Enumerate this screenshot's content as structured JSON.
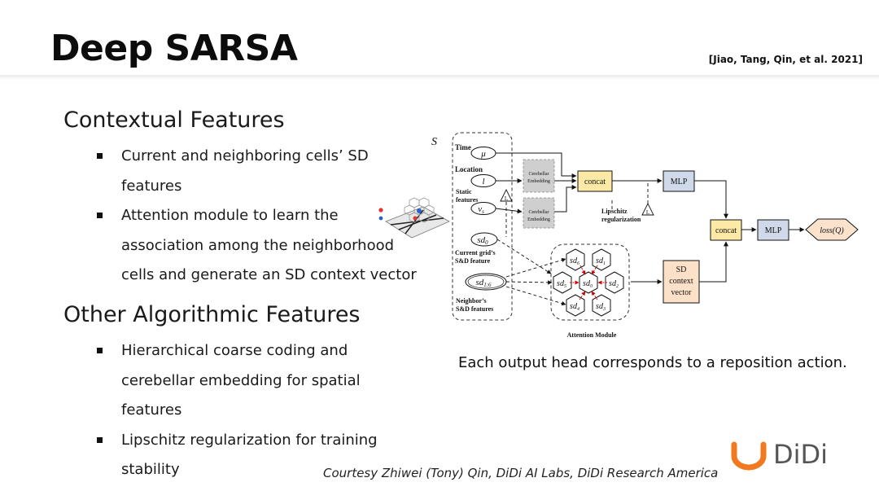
{
  "slide": {
    "title": "Deep SARSA",
    "citation": "[Jiao, Tang, Qin, et al. 2021]",
    "sections": [
      {
        "heading": "Contextual Features",
        "bullets": [
          {
            "lines": [
              "Current and neighboring cells’ SD",
              "features"
            ]
          },
          {
            "lines": [
              "Attention module to learn the",
              "association among the neighborhood",
              "cells and generate an SD context vector"
            ]
          }
        ]
      },
      {
        "heading": "Other Algorithmic Features",
        "bullets": [
          {
            "lines": [
              "Hierarchical coarse coding and",
              "cerebellar embedding for spatial",
              "features"
            ]
          },
          {
            "lines": [
              "Lipschitz regularization for training",
              "stability"
            ]
          }
        ]
      }
    ],
    "caption": "Each output head corresponds to a reposition action.",
    "courtesy": "Courtesy Zhiwei (Tony) Qin, DiDi AI Labs, DiDi Research America",
    "logo_text": "DiDi",
    "colors": {
      "concat": "#fde9a6",
      "mlp": "#cfd9ea",
      "sd_context": "#fde0c8",
      "loss": "#fbe2cd",
      "embedding": "#cfcfcf",
      "attention_arrow": "#d10000",
      "logo_orange": "#f2791f"
    }
  },
  "diagram": {
    "state_symbol": "S",
    "time_label": "Time",
    "time_var": "μ",
    "location_label": "Location",
    "location_var": "l",
    "static_label_1": "Static",
    "static_label_2": "features",
    "static_var": "v",
    "static_sub": "s",
    "embed_1a": "Cerebellar",
    "embed_1b": "Embedding",
    "embed_2a": "Cerebellar",
    "embed_2b": "Embedding",
    "lipschitz_marker": "L",
    "concat_1": "concat",
    "concat_2": "concat",
    "mlp_1": "MLP",
    "mlp_2": "MLP",
    "lipschitz_1": "Lipschitz",
    "lipschitz_2": "regularization",
    "sd0_var": "sd",
    "sd0_sub": "0",
    "current_grid_1": "Current grid’s",
    "current_grid_2": "S&D feature",
    "sd16_var": "sd",
    "sd16_sub": "1:6",
    "neighbor_1": "Neighbor’s",
    "neighbor_2": "S&D features",
    "attention_label": "Attention Module",
    "hex_var": "sd",
    "hex_subs": [
      "6",
      "1",
      "5",
      "0",
      "2",
      "4",
      "3"
    ],
    "sd_ctx_1": "SD",
    "sd_ctx_2": "context",
    "sd_ctx_3": "vector",
    "loss_label": "loss(Q)"
  }
}
